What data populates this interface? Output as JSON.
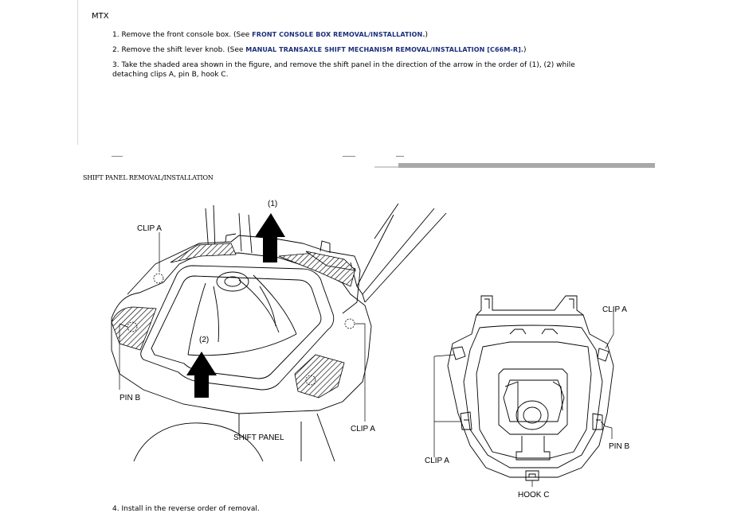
{
  "heading": "MTX",
  "steps": [
    {
      "number": "1.",
      "text_before": "Remove the front console box. (See ",
      "link": "FRONT CONSOLE BOX REMOVAL/INSTALLATION.",
      "text_after": ")"
    },
    {
      "number": "2.",
      "text_before": "Remove the shift lever knob. (See ",
      "link": "MANUAL TRANSAXLE SHIFT MECHANISM REMOVAL/INSTALLATION [C66M-R].",
      "text_after": ")"
    },
    {
      "number": "3.",
      "line1": "Take the shaded area shown in the figure, and remove the shift panel in the direction of the arrow in the order of (1), (2) while",
      "line2": "detaching clips A, pin B, hook C."
    }
  ],
  "figure": {
    "title": "SHIFT PANEL REMOVAL/INSTALLATION",
    "labels": {
      "arrow_1": "(1)",
      "arrow_2": "(2)",
      "clip_a_top": "CLIP A",
      "pin_b_left": "PIN B",
      "shift_panel": "SHIFT PANEL",
      "clip_a_mid": "CLIP A",
      "clip_a_bottom": "CLIP A",
      "clip_a_right": "CLIP A",
      "pin_b_right": "PIN B",
      "hook_c": "HOOK C"
    }
  },
  "step4": {
    "number": "4.",
    "text": "Install in the reverse order of removal."
  }
}
